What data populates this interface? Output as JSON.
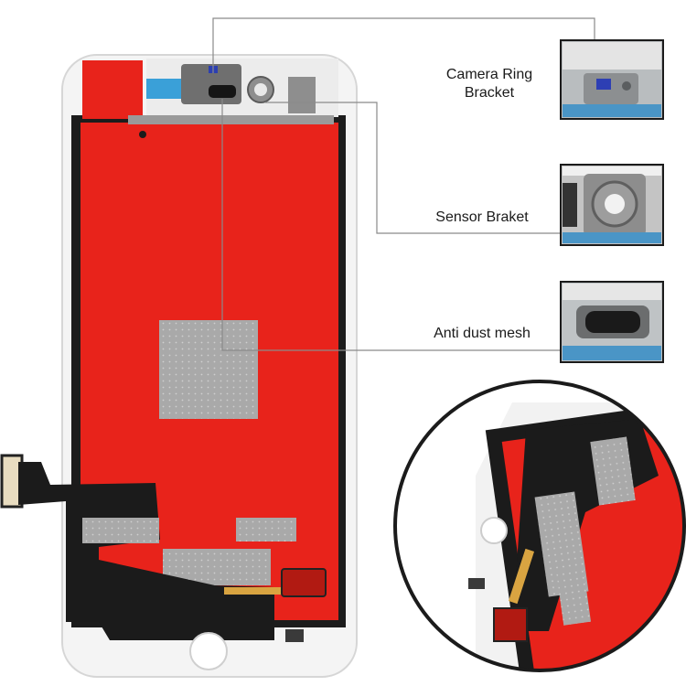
{
  "callouts": {
    "camera_ring": {
      "line1": "Camera Ring",
      "line2": "Bracket"
    },
    "sensor": {
      "text": "Sensor Braket"
    },
    "mesh": {
      "text": "Anti dust mesh"
    }
  },
  "colors": {
    "panel_red": "#e8231b",
    "frame_white": "#f4f4f4",
    "flex_black": "#1b1b1b",
    "shield_gray": "#a9a9a9",
    "leader_gray": "#8a8a8a",
    "accent_blue": "#3aa0d8",
    "connector_gold": "#d9a441"
  }
}
